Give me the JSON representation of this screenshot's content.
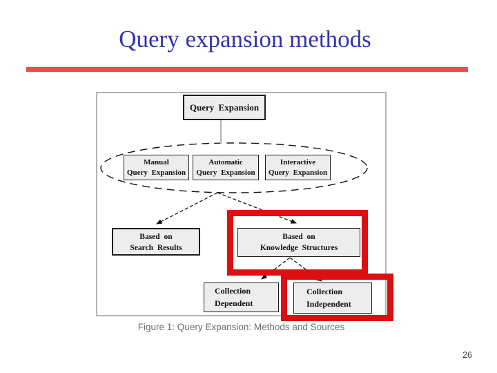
{
  "slide": {
    "title": "Query expansion methods",
    "page_number": "26"
  },
  "colors": {
    "title_blue": "#3333ae",
    "rule_red": "#ef4b4b",
    "highlight_red": "#dc1010",
    "node_fill": "#ededed",
    "caption_gray": "#6b6b6b"
  },
  "diagram": {
    "root": {
      "label": "Query Expansion"
    },
    "ellipse_nodes": {
      "manual": {
        "line1": "Manual",
        "line2": "Query Expansion"
      },
      "automatic": {
        "line1": "Automatic",
        "line2": "Query Expansion"
      },
      "interactive": {
        "line1": "Interactive",
        "line2": "Query Expansion"
      }
    },
    "level2": {
      "search_results": {
        "line1": "Based on",
        "line2": "Search Results",
        "highlighted": false
      },
      "knowledge_structures": {
        "line1": "Based on",
        "line2": "Knowledge Structures",
        "highlighted": true
      }
    },
    "level3": {
      "collection_dependent": {
        "line1": "Collection",
        "line2": "Dependent",
        "highlighted": false
      },
      "collection_independent": {
        "line1": "Collection",
        "line2": "Independent",
        "highlighted": true
      }
    },
    "caption": "Figure 1: Query Expansion: Methods and Sources"
  }
}
